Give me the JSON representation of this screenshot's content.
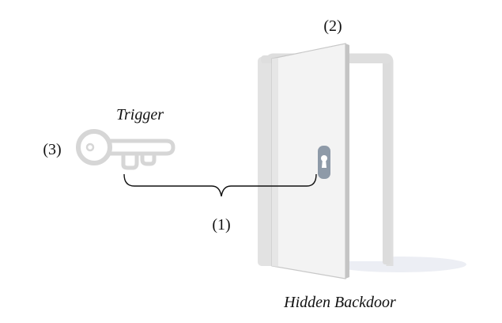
{
  "labels": {
    "bracket_marker": "(1)",
    "door_marker": "(2)",
    "key_marker": "(3)",
    "key_caption": "Trigger",
    "door_caption": "Hidden Backdoor"
  },
  "icons": {
    "key": "key-icon",
    "door": "open-door-icon",
    "keyhole": "keyhole-icon",
    "bracket": "curly-bracket"
  },
  "colors": {
    "key": "#d6d6d6",
    "door_frame": "#dedede",
    "door_panel": "#f2f2f2",
    "door_edge": "#bdbdbd",
    "keyhole_plate": "#8e9aa8",
    "floor_shadow": "#eceef4",
    "line": "#111111"
  }
}
